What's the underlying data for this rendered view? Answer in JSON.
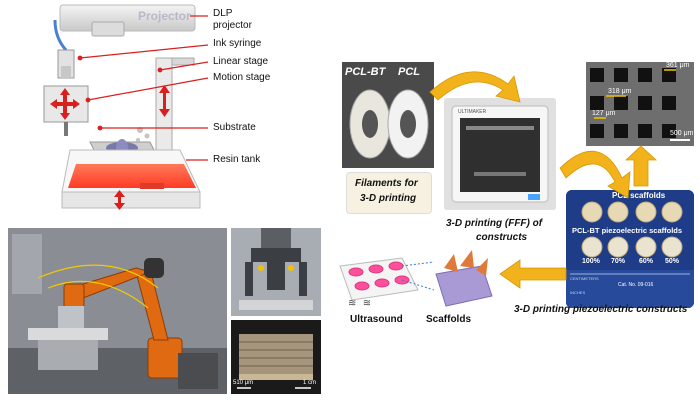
{
  "dlp_panel": {
    "projector_text": "Projector",
    "labels": {
      "dlp_line1": "DLP",
      "dlp_line2": "projector",
      "ink_syringe": "Ink syringe",
      "linear_stage": "Linear stage",
      "motion_stage": "Motion stage",
      "substrate": "Substrate",
      "resin_tank": "Resin tank"
    },
    "colors": {
      "accent": "#d9201e",
      "tank_fill": "#ff5a3c",
      "syringe": "#4b7fd6"
    }
  },
  "robot_panel": {
    "scale_left": "510 μm",
    "scale_right": "1 cm"
  },
  "workflow": {
    "filaments": {
      "pcl_bt": "PCL-BT",
      "pcl": "PCL",
      "caption_line1": "Filaments for",
      "caption_line2": "3-D printing"
    },
    "printer": {
      "brand": "ULTIMAKER",
      "caption_line1": "3-D printing (FFF) of",
      "caption_line2": "constructs"
    },
    "sem": {
      "m1": "361 μm",
      "m2": "318 μm",
      "m3": "127 μm",
      "scale": "500 μm"
    },
    "scaffolds": {
      "pcl_title": "PCL scaffolds",
      "pclbt_title": "PCL-BT piezoelectric scaffolds",
      "percents": [
        "100%",
        "70%",
        "60%",
        "50%"
      ],
      "ruler_inches": "INCHES",
      "ruler_cm": "CENTIMETERS",
      "cat_no": "Cat. No. 09-016"
    },
    "piezo_caption": "3-D printing piezoelectric constructs",
    "ultrasound": "Ultrasound",
    "scaffolds_label": "Scaffolds",
    "colors": {
      "arrow": "#f2b21c",
      "blue_board": "#1f3c88"
    }
  }
}
